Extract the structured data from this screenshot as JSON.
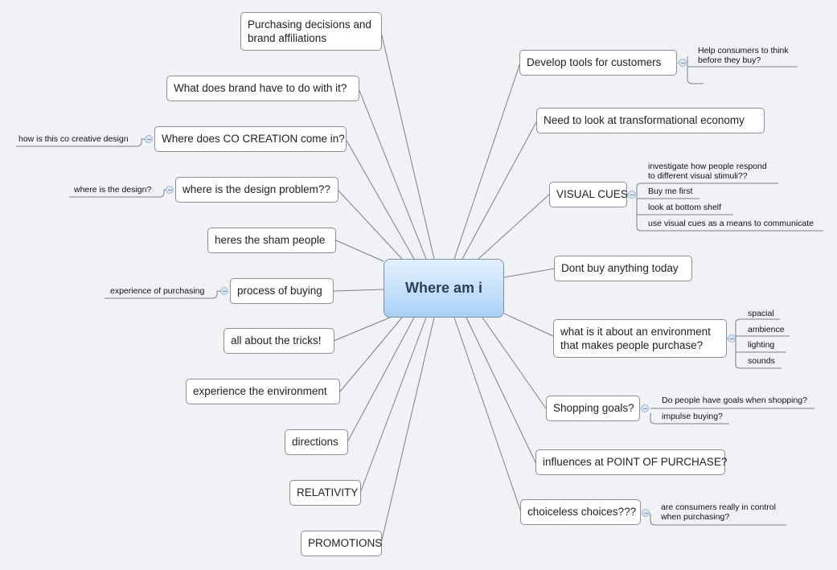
{
  "central": {
    "label": "Where am i"
  },
  "left_topics": [
    {
      "label": "Purchasing decisions and brand affiliations",
      "line1": "Purchasing decisions and",
      "line2": "brand affiliations"
    },
    {
      "label": "What does brand have to do with it?"
    },
    {
      "label": "Where does CO CREATION come in?",
      "subtopics": [
        "how is this co creative design"
      ]
    },
    {
      "label": "where is the design problem??",
      "subtopics": [
        "where is the design?"
      ]
    },
    {
      "label": "heres the sham people"
    },
    {
      "label": "process of buying",
      "subtopics": [
        "experience of purchasing"
      ]
    },
    {
      "label": "all about the tricks!"
    },
    {
      "label": "experience the environment"
    },
    {
      "label": "directions"
    },
    {
      "label": "RELATIVITY"
    },
    {
      "label": "PROMOTIONS"
    }
  ],
  "right_topics": [
    {
      "label": "Develop tools for customers",
      "subtopics": [
        "Help consumers to think",
        "before they buy?",
        ""
      ]
    },
    {
      "label": "Need to look at transformational economy"
    },
    {
      "label": "VISUAL CUES",
      "subtopics": [
        "investigate how people respond",
        "to different visual stimuli??",
        "Buy me first",
        "look at bottom shelf",
        "use visual cues as a means to communicate"
      ]
    },
    {
      "label": "Dont buy anything today"
    },
    {
      "label": "what is it about an environment that makes people purchase?",
      "line1": "what is it about an environment",
      "line2": "that makes people purchase?",
      "subtopics": [
        "spacial",
        "ambience",
        "lighting",
        "sounds"
      ]
    },
    {
      "label": "Shopping goals?",
      "subtopics": [
        "Do people have goals when shopping?",
        "impulse buying?"
      ]
    },
    {
      "label": "influences at POINT OF PURCHASE?"
    },
    {
      "label": "choiceless choices???",
      "subtopics": [
        "are consumers really in control",
        "when purchasing?"
      ]
    }
  ],
  "colors": {
    "background": "#f1f2f6",
    "central_top": "#e3f0fc",
    "central_bottom": "#a9d2f8",
    "line": "#7c7f86"
  }
}
